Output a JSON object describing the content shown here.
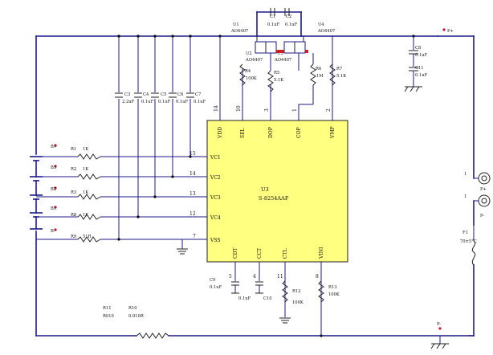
{
  "chip": {
    "name": "U3",
    "part": "S-8254AAF",
    "top_pins": [
      {
        "label": "VDD",
        "num": "14"
      },
      {
        "label": "SEL",
        "num": "10"
      },
      {
        "label": "DOP",
        "num": "3"
      },
      {
        "label": "COP",
        "num": "1"
      },
      {
        "label": "VMP",
        "num": "2"
      }
    ],
    "left_pins": [
      {
        "label": "VC1",
        "num": "15"
      },
      {
        "label": "VC2",
        "num": "14"
      },
      {
        "label": "VC3",
        "num": "13"
      },
      {
        "label": "VC4",
        "num": "12"
      },
      {
        "label": "VSS",
        "num": "7"
      }
    ],
    "bottom_pins": [
      {
        "label": "CDT",
        "num": "5"
      },
      {
        "label": "CCT",
        "num": "4"
      },
      {
        "label": "CTL",
        "num": "11"
      },
      {
        "label": "VINI",
        "num": "8"
      }
    ]
  },
  "mosfets": [
    {
      "ref": "U1",
      "part": "AO4407"
    },
    {
      "ref": "U2",
      "part": "AO4407"
    },
    {
      "ref": "U3",
      "part": "AO4407"
    },
    {
      "ref": "U4",
      "part": "AO4407"
    }
  ],
  "caps_top": [
    {
      "ref": "C1",
      "value": "0.1uF"
    },
    {
      "ref": "C2",
      "value": "0.1uF"
    }
  ],
  "caps_right": [
    {
      "ref": "C8",
      "value": "0.1uF"
    },
    {
      "ref": "C11",
      "value": "0.1uF"
    }
  ],
  "caps_filter": [
    {
      "ref": "C3",
      "value": "2.2uF"
    },
    {
      "ref": "C4",
      "value": "0.1uF"
    },
    {
      "ref": "C5",
      "value": "0.1uF"
    },
    {
      "ref": "C6",
      "value": "0.1uF"
    },
    {
      "ref": "C7",
      "value": "0.1uF"
    }
  ],
  "resistors_top": [
    {
      "ref": "R4",
      "value": "100K"
    },
    {
      "ref": "R5",
      "value": "5.1K"
    },
    {
      "ref": "R6",
      "value": "1M"
    },
    {
      "ref": "R7",
      "value": "5.1K"
    }
  ],
  "resistors_left": [
    {
      "ref": "R1",
      "value": "1K"
    },
    {
      "ref": "R2",
      "value": "1K"
    },
    {
      "ref": "R3",
      "value": "1K"
    },
    {
      "ref": "R8",
      "value": "1K"
    },
    {
      "ref": "R9",
      "value": "51R"
    }
  ],
  "battery_labels": [
    "B+",
    "B3",
    "B2",
    "B1",
    "B-"
  ],
  "bottom_parts": {
    "c9": {
      "ref": "C9",
      "value": "0.1uF"
    },
    "c10": {
      "ref": "C10",
      "value": "0.1uF"
    },
    "r12": {
      "ref": "R12",
      "value": "100K"
    },
    "r13": {
      "ref": "R13",
      "value": "100K"
    },
    "r11": {
      "ref": "R11",
      "value": "R010"
    },
    "r10": {
      "ref": "R10",
      "value": "0.010R"
    }
  },
  "connectors": {
    "pplus_top": "P+",
    "pminus_bottom": "P-",
    "p_plus": "P+",
    "p_minus": "P-",
    "pin1a": "1",
    "pin1b": "1",
    "fuse_ref": "F1",
    "fuse_value": "70±5°C"
  }
}
